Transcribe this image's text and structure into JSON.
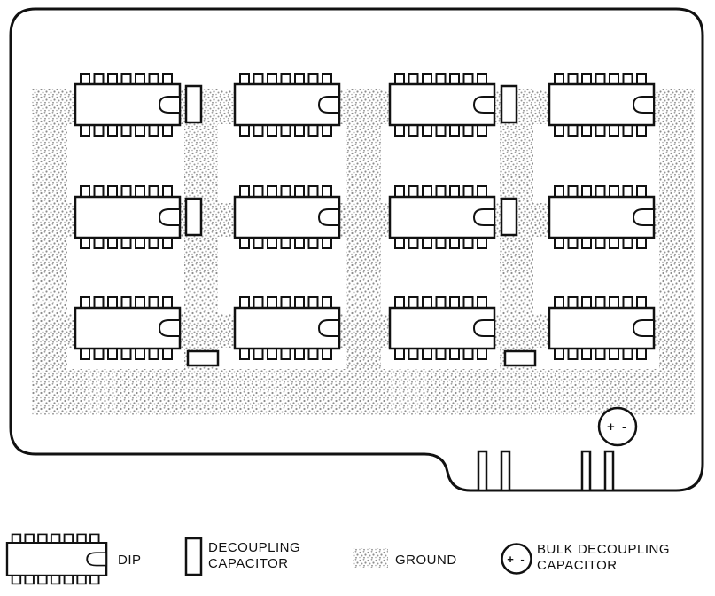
{
  "legend": {
    "dip_label": "DIP",
    "decoupling_label_1": "DECOUPLING",
    "decoupling_label_2": "CAPACITOR",
    "ground_label": "GROUND",
    "bulk_label_1": "BULK DECOUPLING",
    "bulk_label_2": "CAPACITOR",
    "bulk_symbol": "+ -"
  },
  "board": {
    "bulk_capacitor_symbol": "+ -",
    "dip_count": "12",
    "decoupling_capacitor_count": "6"
  },
  "colors": {
    "outline": "#111111",
    "ground_dot": "#8d8d8d",
    "background": "#ffffff"
  }
}
